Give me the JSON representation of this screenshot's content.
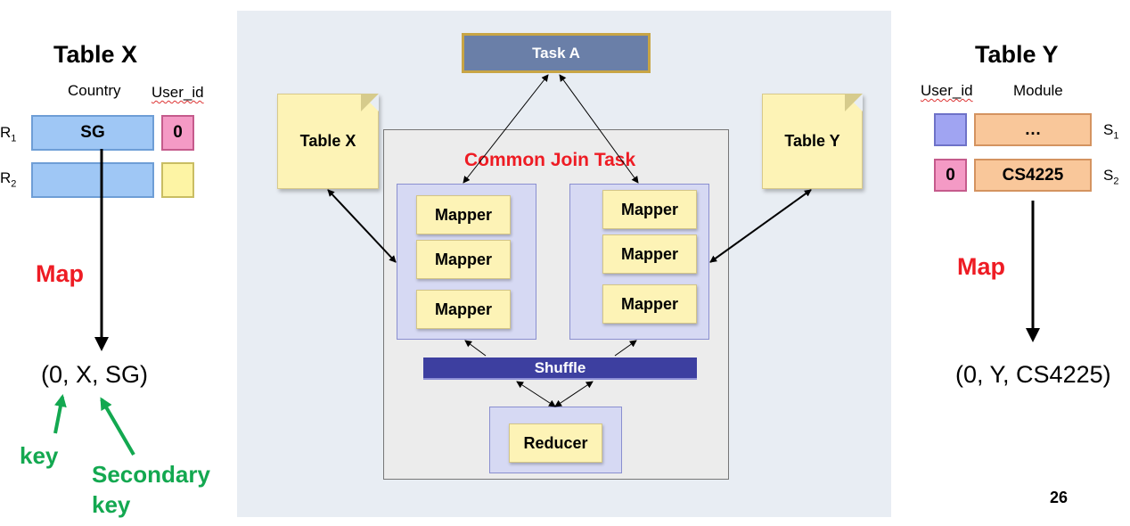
{
  "left": {
    "title": "Table X",
    "columns": [
      "Country",
      "User_id"
    ],
    "rows": [
      {
        "label": "R",
        "sub": "1",
        "country": "SG",
        "user_id": "0"
      },
      {
        "label": "R",
        "sub": "2",
        "country": "",
        "user_id": ""
      }
    ],
    "map_label": "Map",
    "tuple": "(0, X, SG)",
    "key_label": "key",
    "secondary_key_label": [
      "Secondary",
      "key"
    ]
  },
  "center": {
    "task_a": "Task A",
    "table_x": "Table X",
    "table_y": "Table Y",
    "join_title": "Common Join Task",
    "mappers_left": [
      "Mapper",
      "Mapper",
      "Mapper"
    ],
    "mappers_right": [
      "Mapper",
      "Mapper",
      "Mapper"
    ],
    "shuffle": "Shuffle",
    "reducer": "Reducer"
  },
  "right": {
    "title": "Table Y",
    "columns": [
      "User_id",
      "Module"
    ],
    "rows": [
      {
        "label": "S",
        "sub": "1",
        "user_id": "",
        "module": "…"
      },
      {
        "label": "S",
        "sub": "2",
        "user_id": "0",
        "module": "CS4225"
      }
    ],
    "map_label": "Map",
    "tuple": "(0, Y, CS4225)"
  },
  "page_number": "26",
  "colors": {
    "map_red": "#ee1c24",
    "key_green": "#13a850",
    "cell_blue": "#9fc7f5",
    "cell_pink": "#f49ac5",
    "cell_yellow": "#fdf4a4",
    "cell_purple": "#a0a4f2",
    "cell_orange": "#f9c79a",
    "task_blue": "#6a7fa8",
    "shuffle_blue": "#3d3fa0"
  }
}
